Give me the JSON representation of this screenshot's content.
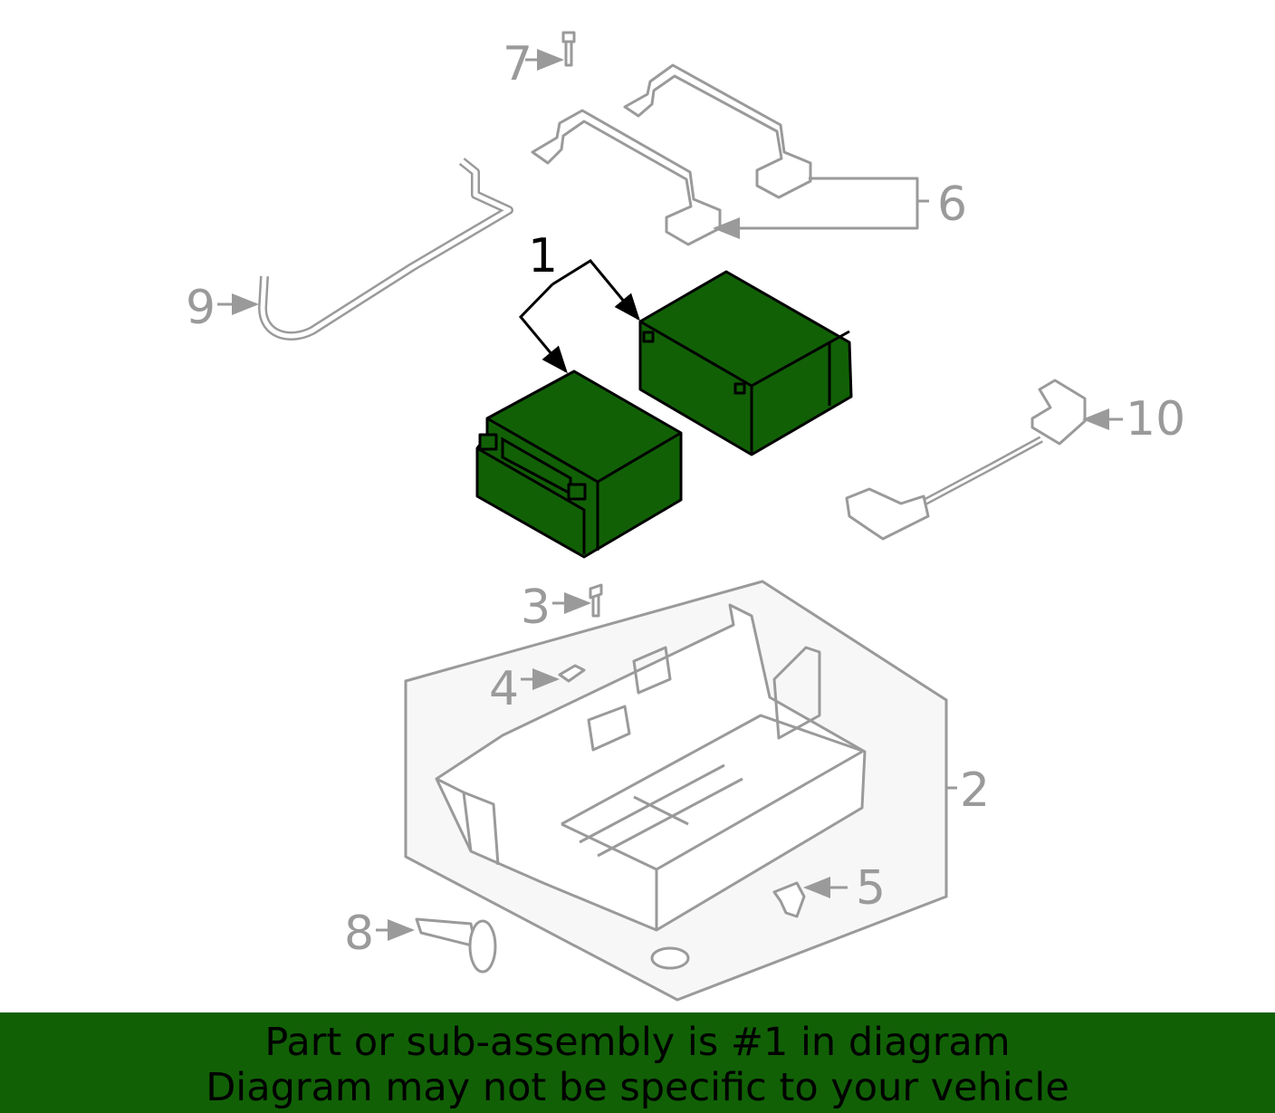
{
  "callouts": {
    "c1": "1",
    "c2": "2",
    "c3": "3",
    "c4": "4",
    "c5": "5",
    "c6": "6",
    "c7": "7",
    "c8": "8",
    "c9": "9",
    "c10": "10"
  },
  "highlight_color": "#116006",
  "banner": {
    "line1": "Part or sub-assembly is #1 in diagram",
    "line2": "Diagram may not be specific to your vehicle"
  }
}
